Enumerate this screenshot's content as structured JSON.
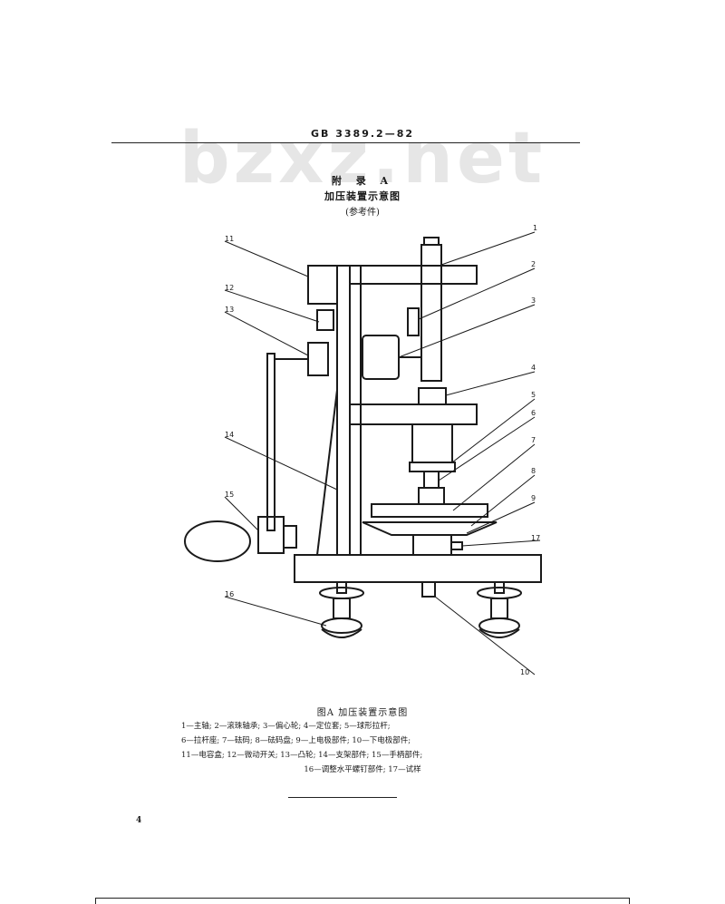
{
  "watermark": "bzxz.net",
  "header": {
    "standard_number": "GB 3389.2—82"
  },
  "appendix": {
    "label": "附 录 A",
    "title": "加压装置示意图",
    "subtitle": "(参考件)"
  },
  "figure": {
    "caption": "图A  加压装置示意图",
    "callouts": [
      "1",
      "2",
      "3",
      "4",
      "5",
      "6",
      "7",
      "8",
      "9",
      "10",
      "11",
      "12",
      "13",
      "14",
      "15",
      "16",
      "17"
    ],
    "legend_lines": [
      "1—主轴; 2—滚珠轴承; 3—偏心轮; 4—定位套; 5—球形拉杆;",
      "6—拉杆座; 7—砝码; 8—砝码盘; 9—上电极部件; 10—下电极部件;",
      "11—电容盒; 12—微动开关; 13—凸轮; 14—支架部件; 15—手柄部件;",
      "16—调整水平螺钉部件; 17—试样"
    ]
  },
  "page_number": "4"
}
